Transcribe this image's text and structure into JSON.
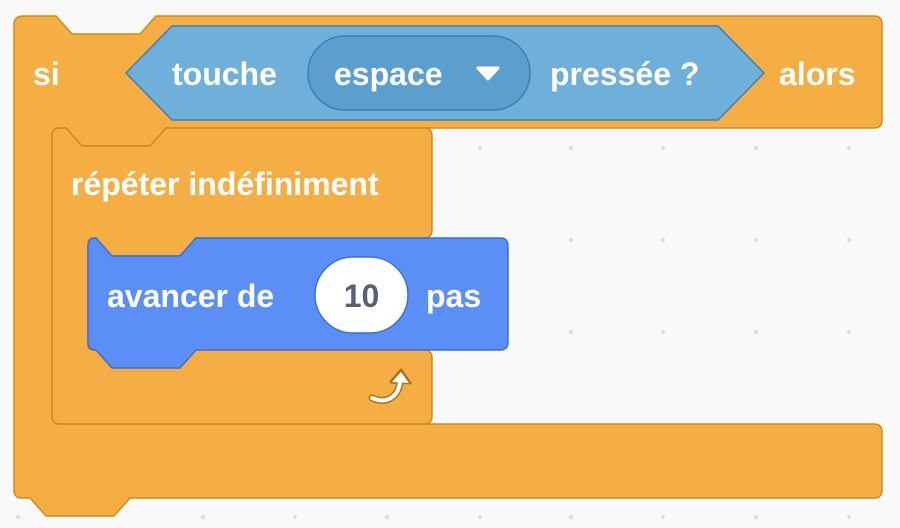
{
  "workspace": {
    "background": "#f9f9f9",
    "dot_color": "#dcdcdc"
  },
  "if_block": {
    "keyword_if": "si",
    "keyword_then": "alors",
    "color": "#f4ae44",
    "border": "#cf8b17"
  },
  "condition": {
    "prefix": "touche",
    "key_dropdown": {
      "value": "espace",
      "icon": "caret-down-icon"
    },
    "suffix": "pressée ?",
    "color": "#6eb0da",
    "border": "#3b7fb5",
    "dropdown_fill": "#5c9fcf"
  },
  "forever_block": {
    "label": "répéter indéfiniment",
    "loop_icon": "loop-arrow-icon",
    "color": "#f4ae44"
  },
  "move_block": {
    "prefix": "avancer de",
    "steps": "10",
    "suffix": "pas",
    "color": "#5b8ff5",
    "border": "#3b6fd6"
  }
}
